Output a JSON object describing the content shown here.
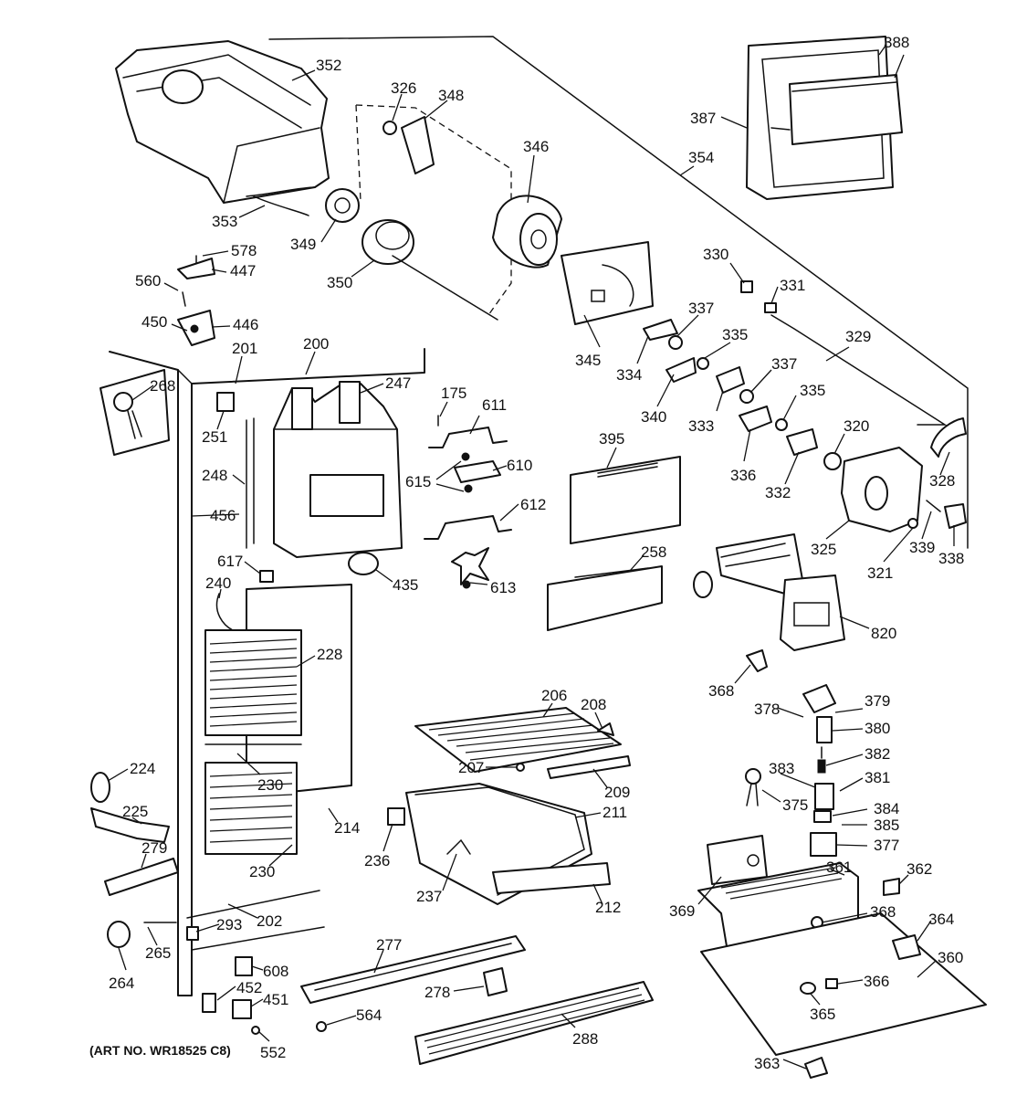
{
  "art_number": "(ART NO. WR18525 C8)",
  "callouts": [
    {
      "id": "c388",
      "text": "388"
    },
    {
      "id": "c387",
      "text": "387"
    },
    {
      "id": "c354",
      "text": "354"
    },
    {
      "id": "c352",
      "text": "352"
    },
    {
      "id": "c326",
      "text": "326"
    },
    {
      "id": "c348",
      "text": "348"
    },
    {
      "id": "c346",
      "text": "346"
    },
    {
      "id": "c353",
      "text": "353"
    },
    {
      "id": "c349",
      "text": "349"
    },
    {
      "id": "c350",
      "text": "350"
    },
    {
      "id": "c578",
      "text": "578"
    },
    {
      "id": "c447",
      "text": "447"
    },
    {
      "id": "c560",
      "text": "560"
    },
    {
      "id": "c450",
      "text": "450"
    },
    {
      "id": "c446",
      "text": "446"
    },
    {
      "id": "c330",
      "text": "330"
    },
    {
      "id": "c331",
      "text": "331"
    },
    {
      "id": "c345",
      "text": "345"
    },
    {
      "id": "c337a",
      "text": "337"
    },
    {
      "id": "c335a",
      "text": "335"
    },
    {
      "id": "c329",
      "text": "329"
    },
    {
      "id": "c334",
      "text": "334"
    },
    {
      "id": "c340",
      "text": "340"
    },
    {
      "id": "c333",
      "text": "333"
    },
    {
      "id": "c337b",
      "text": "337"
    },
    {
      "id": "c335b",
      "text": "335"
    },
    {
      "id": "c320",
      "text": "320"
    },
    {
      "id": "c328",
      "text": "328"
    },
    {
      "id": "c336",
      "text": "336"
    },
    {
      "id": "c332",
      "text": "332"
    },
    {
      "id": "c325",
      "text": "325"
    },
    {
      "id": "c339",
      "text": "339"
    },
    {
      "id": "c338",
      "text": "338"
    },
    {
      "id": "c321",
      "text": "321"
    },
    {
      "id": "c201",
      "text": "201"
    },
    {
      "id": "c200",
      "text": "200"
    },
    {
      "id": "c247",
      "text": "247"
    },
    {
      "id": "c268",
      "text": "268"
    },
    {
      "id": "c251",
      "text": "251"
    },
    {
      "id": "c175",
      "text": "175"
    },
    {
      "id": "c611",
      "text": "611"
    },
    {
      "id": "c395",
      "text": "395"
    },
    {
      "id": "c248",
      "text": "248"
    },
    {
      "id": "c615",
      "text": "615"
    },
    {
      "id": "c610",
      "text": "610"
    },
    {
      "id": "c612",
      "text": "612"
    },
    {
      "id": "c456",
      "text": "456"
    },
    {
      "id": "c617",
      "text": "617"
    },
    {
      "id": "c435",
      "text": "435"
    },
    {
      "id": "c613",
      "text": "613"
    },
    {
      "id": "c258",
      "text": "258"
    },
    {
      "id": "c240",
      "text": "240"
    },
    {
      "id": "c820",
      "text": "820"
    },
    {
      "id": "c228",
      "text": "228"
    },
    {
      "id": "c368a",
      "text": "368"
    },
    {
      "id": "c206",
      "text": "206"
    },
    {
      "id": "c208",
      "text": "208"
    },
    {
      "id": "c378",
      "text": "378"
    },
    {
      "id": "c379",
      "text": "379"
    },
    {
      "id": "c380",
      "text": "380"
    },
    {
      "id": "c224",
      "text": "224"
    },
    {
      "id": "c207",
      "text": "207"
    },
    {
      "id": "c383",
      "text": "383"
    },
    {
      "id": "c382",
      "text": "382"
    },
    {
      "id": "c230a",
      "text": "230"
    },
    {
      "id": "c209",
      "text": "209"
    },
    {
      "id": "c381",
      "text": "381"
    },
    {
      "id": "c375",
      "text": "375"
    },
    {
      "id": "c225",
      "text": "225"
    },
    {
      "id": "c211",
      "text": "211"
    },
    {
      "id": "c384",
      "text": "384"
    },
    {
      "id": "c385",
      "text": "385"
    },
    {
      "id": "c214",
      "text": "214"
    },
    {
      "id": "c377",
      "text": "377"
    },
    {
      "id": "c279",
      "text": "279"
    },
    {
      "id": "c236",
      "text": "236"
    },
    {
      "id": "c230b",
      "text": "230"
    },
    {
      "id": "c361",
      "text": "361"
    },
    {
      "id": "c362",
      "text": "362"
    },
    {
      "id": "c237",
      "text": "237"
    },
    {
      "id": "c212",
      "text": "212"
    },
    {
      "id": "c369",
      "text": "369"
    },
    {
      "id": "c368b",
      "text": "368"
    },
    {
      "id": "c202",
      "text": "202"
    },
    {
      "id": "c293",
      "text": "293"
    },
    {
      "id": "c364",
      "text": "364"
    },
    {
      "id": "c265",
      "text": "265"
    },
    {
      "id": "c277",
      "text": "277"
    },
    {
      "id": "c360",
      "text": "360"
    },
    {
      "id": "c264",
      "text": "264"
    },
    {
      "id": "c608",
      "text": "608"
    },
    {
      "id": "c452",
      "text": "452"
    },
    {
      "id": "c366",
      "text": "366"
    },
    {
      "id": "c278",
      "text": "278"
    },
    {
      "id": "c451",
      "text": "451"
    },
    {
      "id": "c564",
      "text": "564"
    },
    {
      "id": "c365",
      "text": "365"
    },
    {
      "id": "c288",
      "text": "288"
    },
    {
      "id": "c552",
      "text": "552"
    },
    {
      "id": "c363",
      "text": "363"
    }
  ]
}
